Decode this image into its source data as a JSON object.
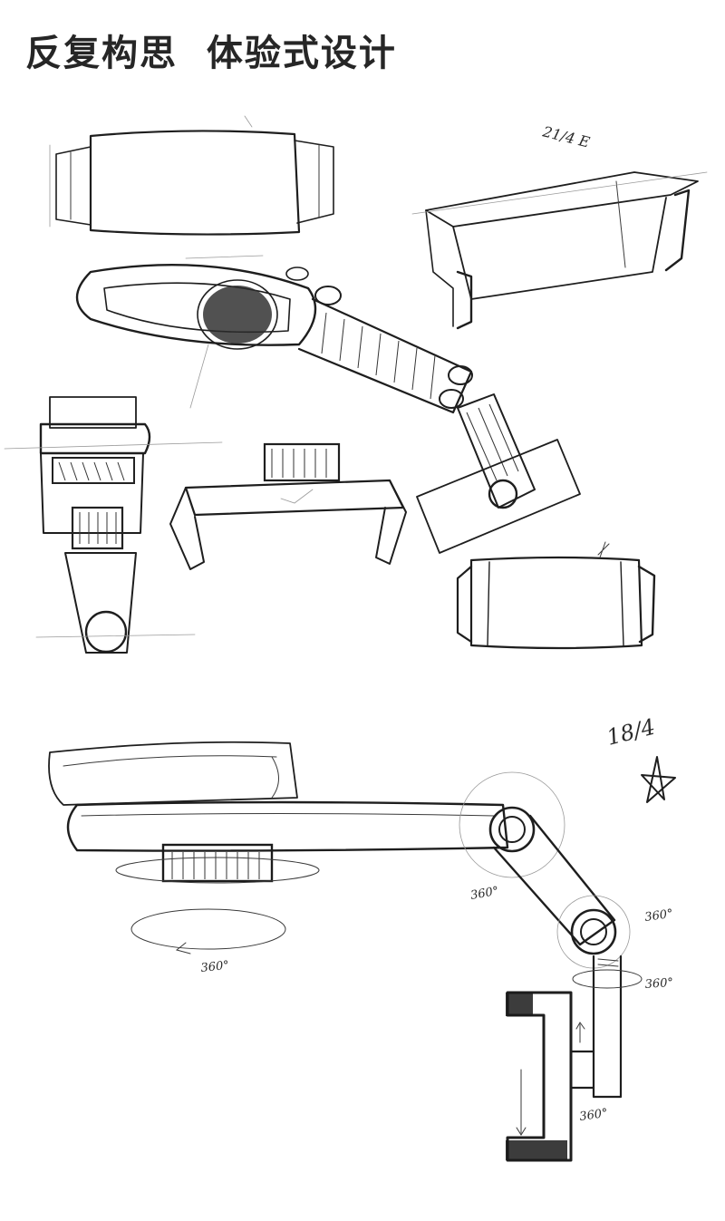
{
  "title": "反复构思  体验式设计",
  "annotations": {
    "date_upper": "21/4 E",
    "date_lower": "18/4",
    "rotation_base": "360°",
    "rotation_joint_1": "360°",
    "rotation_joint_2": "360°",
    "rotation_neck": "360°",
    "rotation_clamp": "360°"
  },
  "icons": {
    "star": "star-icon"
  }
}
